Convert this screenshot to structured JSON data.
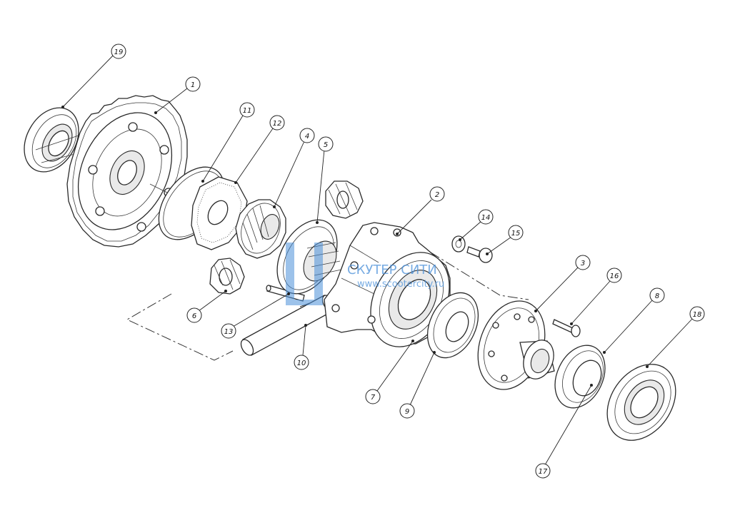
{
  "diagram": {
    "callouts": [
      {
        "id": "c19",
        "label": "19"
      },
      {
        "id": "c1",
        "label": "1"
      },
      {
        "id": "c11",
        "label": "11"
      },
      {
        "id": "c12",
        "label": "12"
      },
      {
        "id": "c4",
        "label": "4"
      },
      {
        "id": "c5",
        "label": "5"
      },
      {
        "id": "c2",
        "label": "2"
      },
      {
        "id": "c14",
        "label": "14"
      },
      {
        "id": "c15",
        "label": "15"
      },
      {
        "id": "c3",
        "label": "3"
      },
      {
        "id": "c16",
        "label": "16"
      },
      {
        "id": "c8",
        "label": "8"
      },
      {
        "id": "c18",
        "label": "18"
      },
      {
        "id": "c6",
        "label": "6"
      },
      {
        "id": "c13",
        "label": "13"
      },
      {
        "id": "c10",
        "label": "10"
      },
      {
        "id": "c7",
        "label": "7"
      },
      {
        "id": "c9",
        "label": "9"
      },
      {
        "id": "c17",
        "label": "17"
      }
    ]
  },
  "watermark": {
    "title": "СКУТЕР СИТИ",
    "url": "www.scootercity.ru",
    "color": "#4a90d9"
  }
}
